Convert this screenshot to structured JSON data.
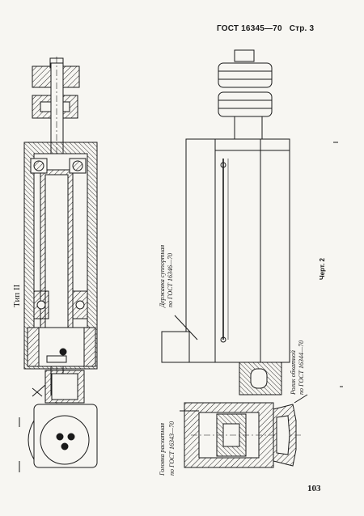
{
  "header": {
    "standard": "ГОСТ 16345—70",
    "page_label": "Стр. 3"
  },
  "labels": {
    "type": "Тип II",
    "holder_line1": "Державка суппортная",
    "holder_line2": "по ГОСТ 16346—70",
    "head_line1": "Головка раскатная",
    "head_line2": "по ГОСТ 16343—70",
    "roller_line1": "Ролик обкатной",
    "roller_line2": "по ГОСТ 16344—70",
    "figure": "Черт. 2"
  },
  "footer": {
    "page_number": "103"
  }
}
